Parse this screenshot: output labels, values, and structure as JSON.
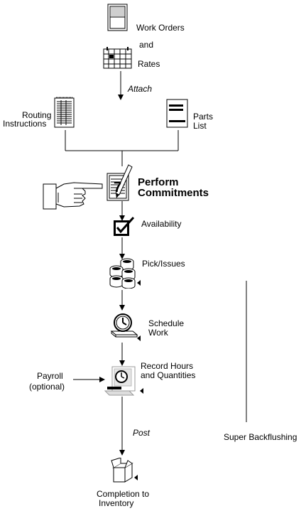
{
  "labels": {
    "work_orders": "Work Orders",
    "and": "and",
    "rates": "Rates",
    "attach": "Attach",
    "routing_line1": "Routing",
    "routing_line2": "Instructions",
    "parts_line1": "Parts",
    "parts_line2": "List",
    "perform_line1": "Perform",
    "perform_line2": "Commitments",
    "availability": "Availability",
    "pick_issues": "Pick/Issues",
    "schedule_line1": "Schedule",
    "schedule_line2": "Work",
    "payroll_line1": "Payroll",
    "payroll_line2": "(optional)",
    "record_line1": "Record Hours",
    "record_line2": "and Quantities",
    "post": "Post",
    "super_backflushing": "Super Backflushing",
    "completion_line1": "Completion to",
    "completion_line2": "Inventory"
  },
  "icons": {
    "work_orders": "document-binder-icon",
    "rates": "calendar-grid-icon",
    "routing": "spiral-notebook-icon",
    "parts": "parts-list-document-icon",
    "perform": "pen-and-pad-icon",
    "pointer": "pointing-hand-icon",
    "availability": "checkbox-check-icon",
    "pick": "stacked-database-icon",
    "schedule": "clock-on-book-icon",
    "record": "computer-terminal-clock-icon",
    "completion": "open-box-icon"
  }
}
